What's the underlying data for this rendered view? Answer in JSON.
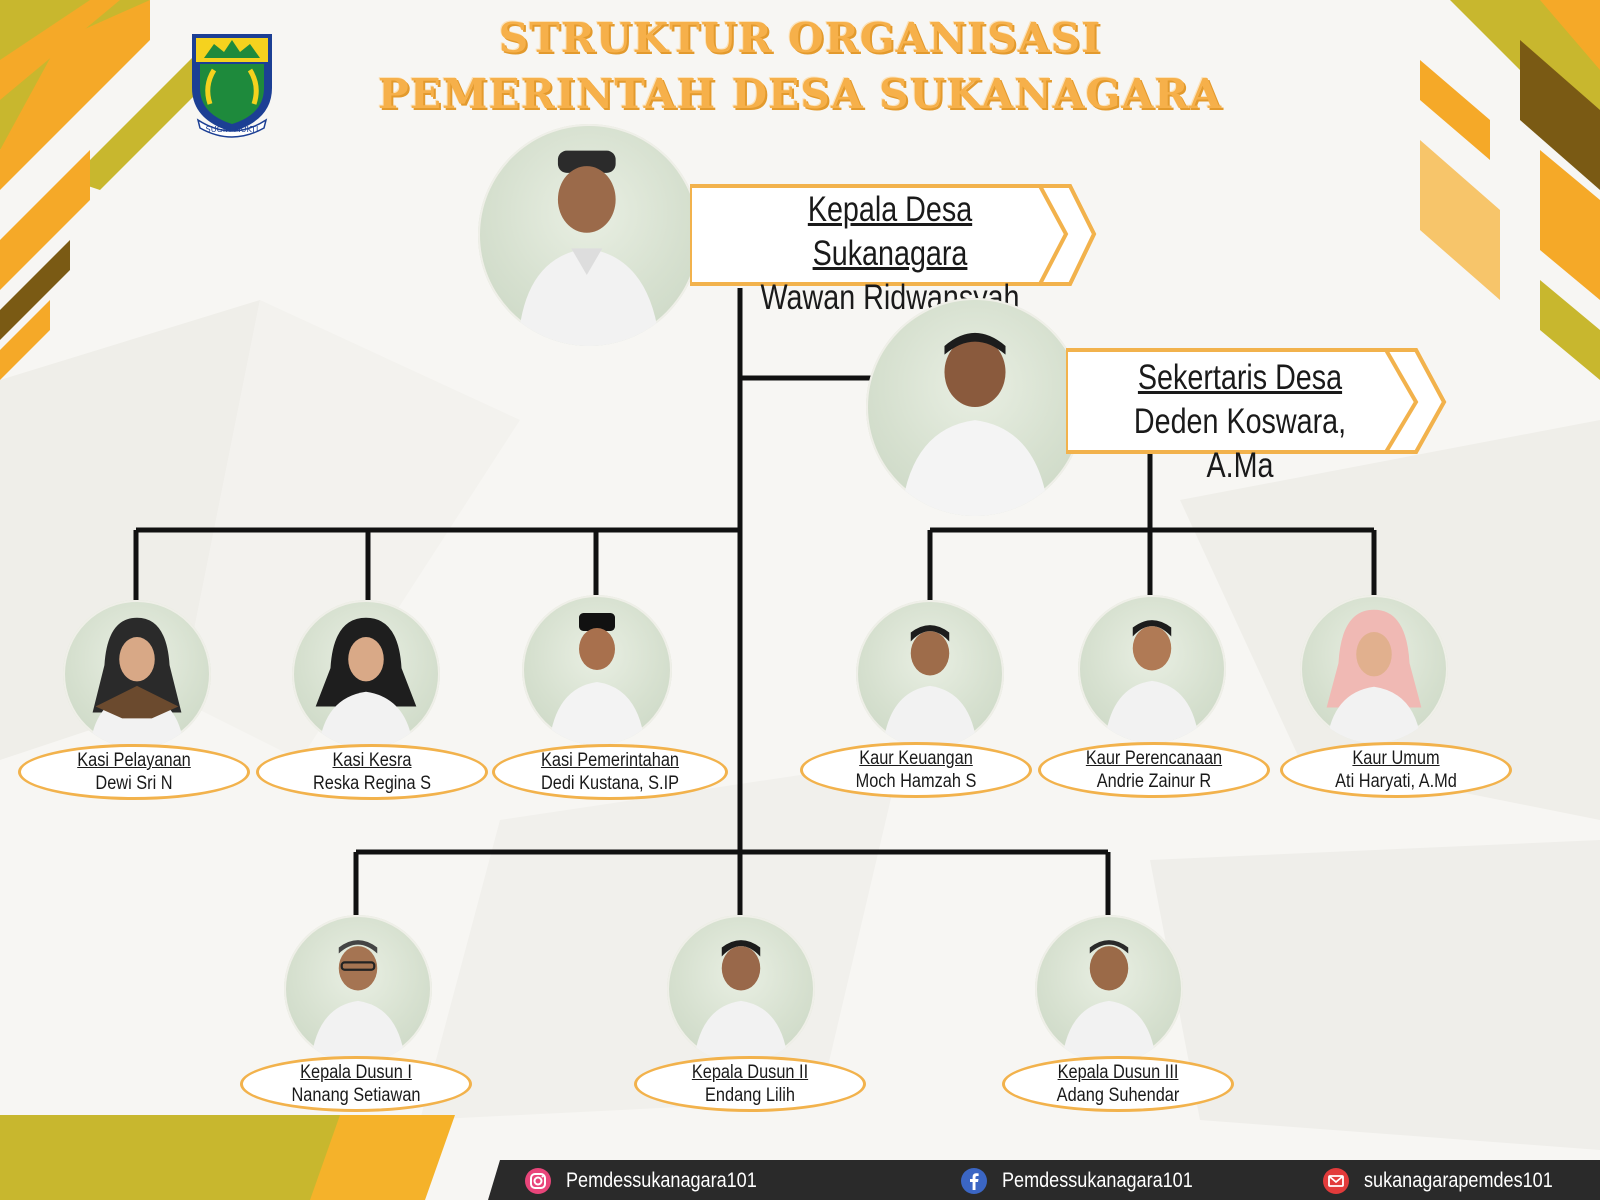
{
  "title": {
    "line1": "STRUKTUR ORGANISASI",
    "line2": "PEMERINTAH DESA SUKANAGARA"
  },
  "logo": {
    "motto": "SUGIH MUKTI",
    "colors": {
      "yellow": "#f5d21e",
      "green": "#1e8a3c",
      "blue": "#1c3f94"
    }
  },
  "kepala_desa": {
    "role": "Kepala Desa Sukanagara",
    "name": "Wawan Ridwansyah"
  },
  "sekretaris": {
    "role": "Sekertaris Desa",
    "name": "Deden Koswara, A.Ma"
  },
  "kasi": [
    {
      "role": "Kasi Pelayanan",
      "name": "Dewi Sri N"
    },
    {
      "role": "Kasi Kesra",
      "name": "Reska Regina S"
    },
    {
      "role": "Kasi Pemerintahan",
      "name": "Dedi Kustana, S.IP"
    }
  ],
  "kaur": [
    {
      "role": "Kaur Keuangan",
      "name": "Moch Hamzah S"
    },
    {
      "role": "Kaur Perencanaan",
      "name": "Andrie Zainur R"
    },
    {
      "role": "Kaur Umum",
      "name": "Ati Haryati, A.Md"
    }
  ],
  "kadus": [
    {
      "role": "Kepala Dusun I",
      "name": "Nanang Setiawan"
    },
    {
      "role": "Kepala Dusun II",
      "name": "Endang Lilih"
    },
    {
      "role": "Kepala Dusun III",
      "name": "Adang Suhendar"
    }
  ],
  "footer": {
    "instagram": "Pemdessukanagara101",
    "facebook": "Pemdessukanagara101",
    "email": "sukanagarapemdes101"
  },
  "colors": {
    "accent_orange": "#f2b24c",
    "olive": "#c8b72e",
    "footer_bg": "#2a2a2a",
    "line": "#111111"
  }
}
